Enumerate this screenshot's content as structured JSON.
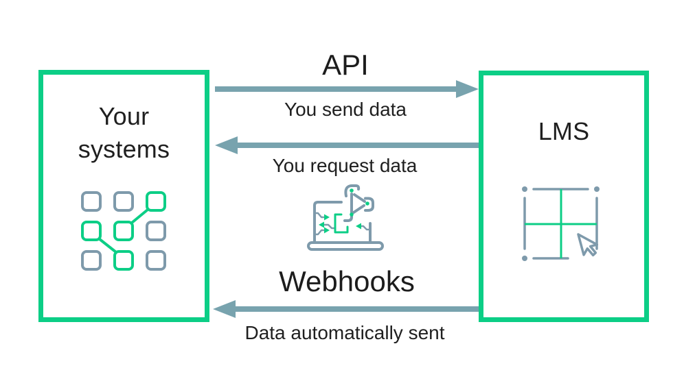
{
  "diagram": {
    "left_box": {
      "title_lines": [
        "Your",
        "systems"
      ],
      "icon": "connected-apps-grid-icon"
    },
    "right_box": {
      "title": "LMS",
      "icon": "lms-grid-cursor-icon"
    },
    "api": {
      "title": "API",
      "send_label": "You send data",
      "request_label": "You request data"
    },
    "webhooks": {
      "title": "Webhooks",
      "label": "Data automatically sent"
    },
    "center_icon": "automation-laptop-robot-arm-icon",
    "colors": {
      "accent_green": "#0cce86",
      "arrow_slate": "#78a3ae",
      "icon_slate": "#7e9aab",
      "text": "#1f1f1f",
      "background": "#ffffff"
    }
  }
}
